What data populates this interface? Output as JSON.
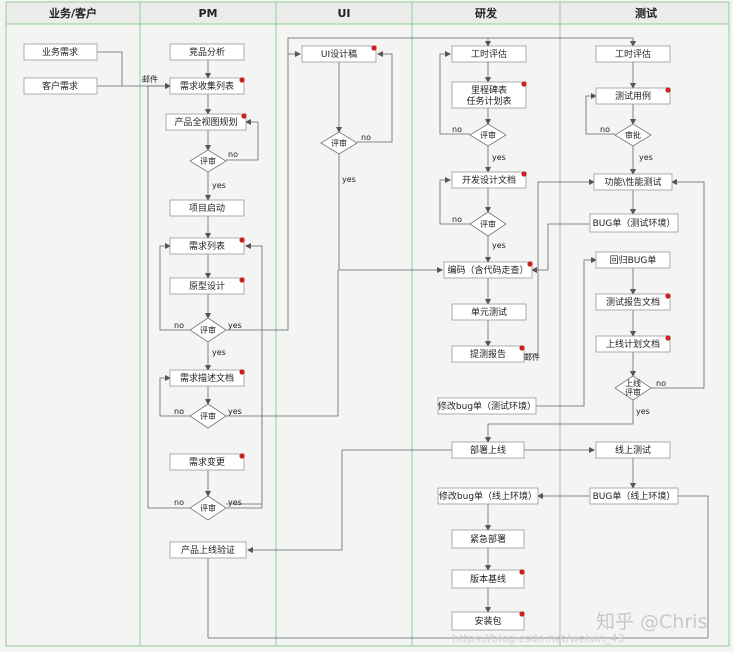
{
  "lanes": [
    "业务/客户",
    "PM",
    "UI",
    "研发",
    "测试"
  ],
  "nodes": {
    "biz_req": "业务需求",
    "cust_req": "客户需求",
    "pm_comp": "竞品分析",
    "pm_collect": "需求收集列表",
    "pm_plan": "产品全视图规划",
    "pm_start": "项目启动",
    "pm_list": "需求列表",
    "pm_proto": "原型设计",
    "pm_desc": "需求描述文档",
    "pm_change": "需求变更",
    "pm_verify": "产品上线验证",
    "ui_design": "UI设计稿",
    "dev_est": "工时评估",
    "dev_milestone": [
      "里程碑表",
      "任务计划表"
    ],
    "dev_design": "开发设计文档",
    "dev_code": "编码（含代码走查）",
    "dev_unit": "单元测试",
    "dev_submit": "提测报告",
    "dev_fixtest": "修改bug单（测试环境）",
    "dev_deploy": "部署上线",
    "dev_fixprod": "修改bug单（线上环境）",
    "dev_urgent": "紧急部署",
    "dev_baseline": "版本基线",
    "dev_package": "安装包",
    "qa_est": "工时评估",
    "qa_cases": "测试用例",
    "qa_func": "功能\\性能测试",
    "qa_bugtest": "BUG单（测试环境）",
    "qa_regress": "回归BUG单",
    "qa_report": "测试报告文档",
    "qa_launchplan": "上线计划文档",
    "qa_online": "线上测试",
    "qa_bugprod": "BUG单（线上环境）"
  },
  "decisions": {
    "review": "评审",
    "audit": "审批",
    "launch_review": [
      "上线",
      "评审"
    ]
  },
  "labels": {
    "yes": "yes",
    "no": "no",
    "email": "邮件"
  },
  "watermark": {
    "brand": "知乎 @Chris",
    "url": "https://blog.csdn.net/weixin_43"
  },
  "colors": {
    "background": "#f4f4f4",
    "lane_border": "#8fd08f",
    "node_border": "#9a9a9a",
    "marker": "#cc1f1f"
  }
}
